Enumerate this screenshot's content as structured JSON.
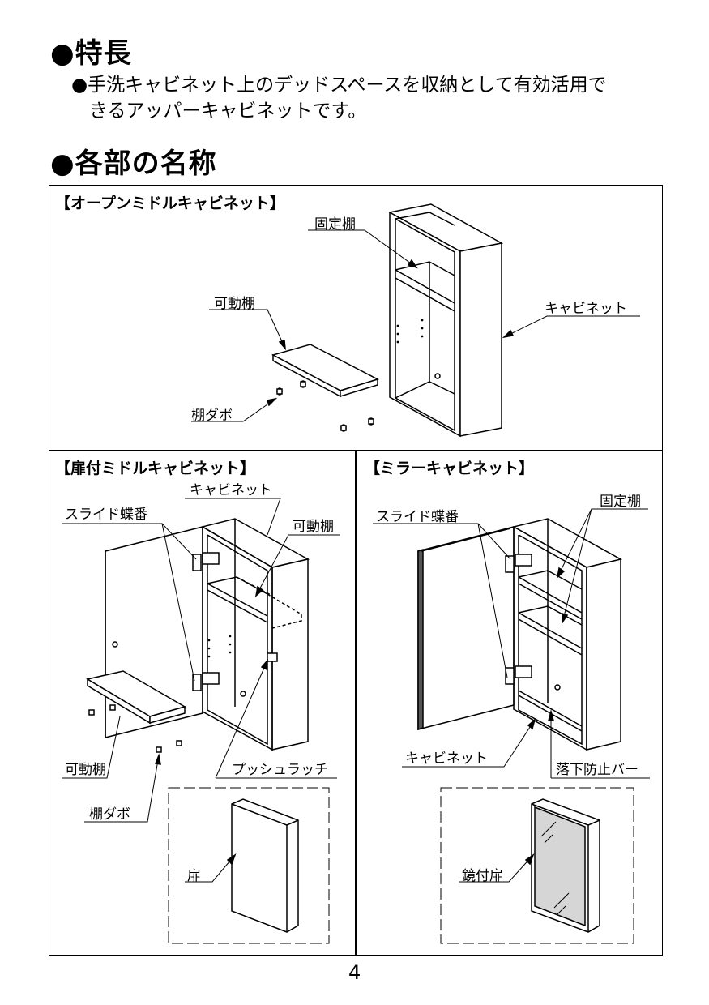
{
  "features": {
    "heading": "●特長",
    "bullet": "●手洗キャビネット上のデッドスペースを収納として有効活用で",
    "bullet_cont": "きるアッパーキャビネットです。"
  },
  "parts": {
    "heading": "●各部の名称",
    "open": {
      "title": "【オープンミドルキャビネット】",
      "fixed_shelf": "固定棚",
      "movable_shelf": "可動棚",
      "cabinet": "キャビネット",
      "dowel": "棚ダボ"
    },
    "door": {
      "title": "【扉付ミドルキャビネット】",
      "cabinet": "キャビネット",
      "hinge": "スライド蝶番",
      "movable_shelf_top": "可動棚",
      "movable_shelf_bottom": "可動棚",
      "push_latch": "プッシュラッチ",
      "dowel": "棚ダボ",
      "door": "扉"
    },
    "mirror": {
      "title": "【ミラーキャビネット】",
      "fixed_shelf": "固定棚",
      "hinge": "スライド蝶番",
      "cabinet": "キャビネット",
      "fall_bar": "落下防止バー",
      "mirror_door": "鏡付扉"
    }
  },
  "page_number": "4"
}
